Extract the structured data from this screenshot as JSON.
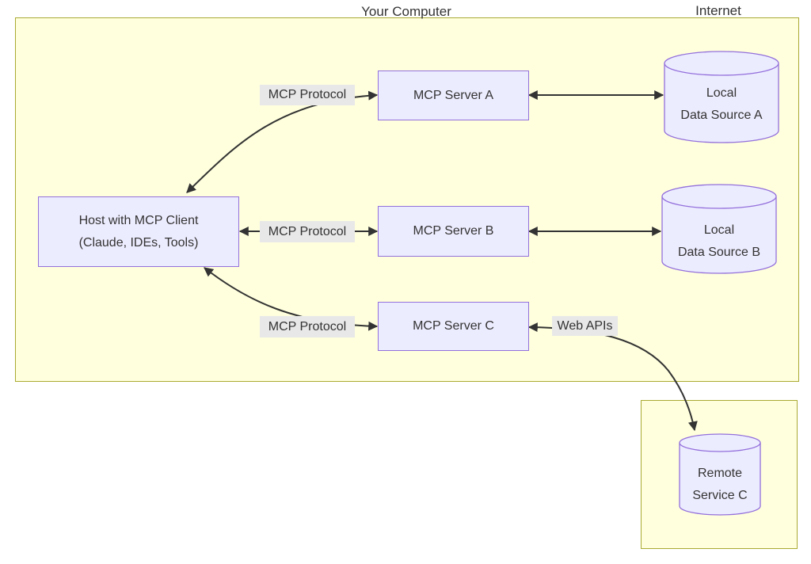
{
  "diagram_type": "flowchart",
  "clusters": {
    "your_computer": {
      "label": "Your Computer"
    },
    "internet": {
      "label": "Internet"
    }
  },
  "nodes": {
    "host": {
      "line1": "Host with MCP Client",
      "line2": "(Claude, IDEs, Tools)",
      "shape": "rect"
    },
    "server_a": {
      "label": "MCP Server A",
      "shape": "rect"
    },
    "server_b": {
      "label": "MCP Server B",
      "shape": "rect"
    },
    "server_c": {
      "label": "MCP Server C",
      "shape": "rect"
    },
    "data_source_a": {
      "line1": "Local",
      "line2": "Data Source A",
      "shape": "cylinder"
    },
    "data_source_b": {
      "line1": "Local",
      "line2": "Data Source B",
      "shape": "cylinder"
    },
    "remote_service_c": {
      "line1": "Remote",
      "line2": "Service C",
      "shape": "cylinder"
    }
  },
  "edges": [
    {
      "from": "host",
      "to": "server_a",
      "label": "MCP Protocol",
      "bidirectional": true
    },
    {
      "from": "host",
      "to": "server_b",
      "label": "MCP Protocol",
      "bidirectional": true
    },
    {
      "from": "host",
      "to": "server_c",
      "label": "MCP Protocol",
      "bidirectional": true
    },
    {
      "from": "server_a",
      "to": "data_source_a",
      "label": "",
      "bidirectional": true
    },
    {
      "from": "server_b",
      "to": "data_source_b",
      "label": "",
      "bidirectional": true
    },
    {
      "from": "server_c",
      "to": "remote_service_c",
      "label": "Web APIs",
      "bidirectional": true
    }
  ],
  "colors": {
    "cluster_fill": "#ffffde",
    "cluster_border": "#aaaa33",
    "node_fill": "#ececff",
    "node_border": "#9370db",
    "edge_label_bg": "#e8e8e8",
    "edge_stroke": "#333333",
    "text": "#333333"
  }
}
